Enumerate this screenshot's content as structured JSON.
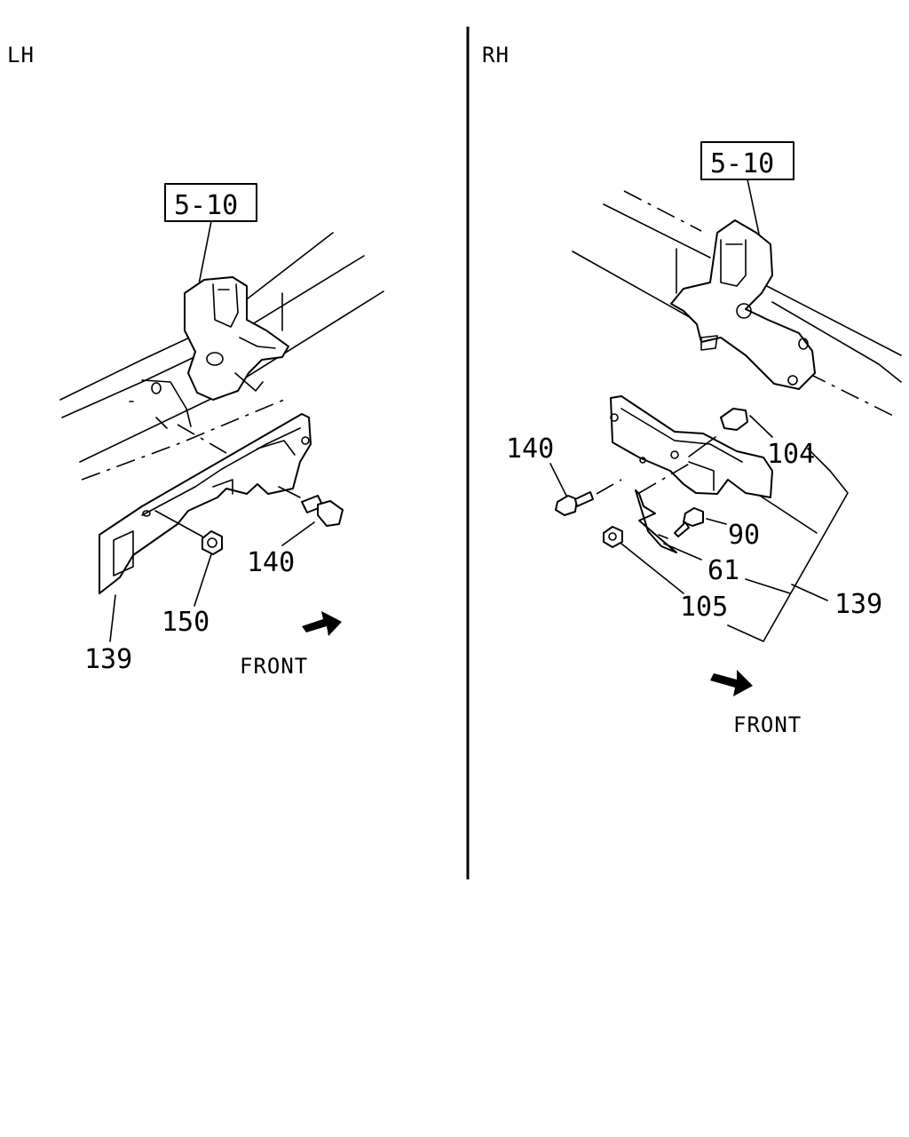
{
  "panels": {
    "left": {
      "title": "LH",
      "ref_box": "5-10",
      "callouts": {
        "c139": "139",
        "c140": "140",
        "c150": "150"
      },
      "direction": "FRONT"
    },
    "right": {
      "title": "RH",
      "ref_box": "5-10",
      "callouts": {
        "c61": "61",
        "c90": "90",
        "c104": "104",
        "c105": "105",
        "c139": "139",
        "c140": "140"
      },
      "direction": "FRONT"
    }
  },
  "icons": {
    "arrow": "front-arrow-icon"
  }
}
